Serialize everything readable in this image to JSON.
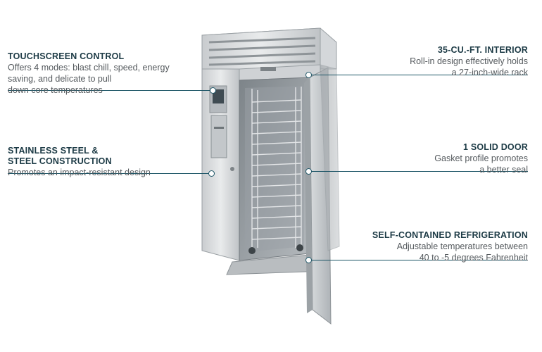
{
  "callouts": {
    "touchscreen": {
      "title": "TOUCHSCREEN CONTROL",
      "line1": "Offers 4 modes: blast chill, speed, energy",
      "line2": "saving, and delicate to pull",
      "line3": "down core temperatures"
    },
    "stainless": {
      "title1": "STAINLESS STEEL &",
      "title2": "STEEL CONSTRUCTION",
      "line1": "Promotes an impact-resistant design"
    },
    "interior": {
      "title": "35-CU.-FT. INTERIOR",
      "line1": "Roll-in design effectively holds",
      "line2": "a 27-inch-wide rack"
    },
    "door": {
      "title": "1 SOLID DOOR",
      "line1": "Gasket profile promotes",
      "line2": "a better seal"
    },
    "refrigeration": {
      "title": "SELF-CONTAINED REFRIGERATION",
      "line1": "Adjustable temperatures between",
      "line2": "40 to -5 degrees Fahrenheit"
    }
  },
  "colors": {
    "heading": "#1c3a45",
    "body": "#555a5e",
    "line": "#1c5566"
  }
}
